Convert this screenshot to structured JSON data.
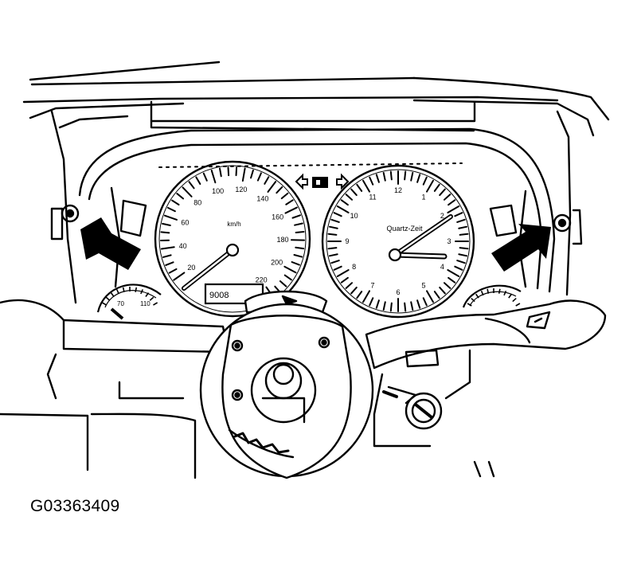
{
  "figure": {
    "caption": "G03363409",
    "speedometer": {
      "unit": "km/h",
      "display": "9008",
      "ticks": [
        {
          "label": "20",
          "angle": 235
        },
        {
          "label": "40",
          "angle": 262
        },
        {
          "label": "60",
          "angle": 289
        },
        {
          "label": "80",
          "angle": 316
        },
        {
          "label": "100",
          "angle": 343
        },
        {
          "label": "120",
          "angle": 10
        },
        {
          "label": "140",
          "angle": 37
        },
        {
          "label": "160",
          "angle": 64
        },
        {
          "label": "180",
          "angle": 91
        },
        {
          "label": "200",
          "angle": 118
        },
        {
          "label": "220",
          "angle": 145
        }
      ]
    },
    "clock": {
      "brand": "Quartz-Zeit",
      "hours": [
        "12",
        "1",
        "2",
        "3",
        "4",
        "5",
        "6",
        "7",
        "8",
        "9",
        "10",
        "11"
      ]
    },
    "small_gauge_left": {
      "ticks": [
        "70",
        "110"
      ]
    },
    "warning_icon": "headlight-warning-icon",
    "arrows": [
      "left-pointer-arrow",
      "right-pointer-arrow"
    ]
  }
}
